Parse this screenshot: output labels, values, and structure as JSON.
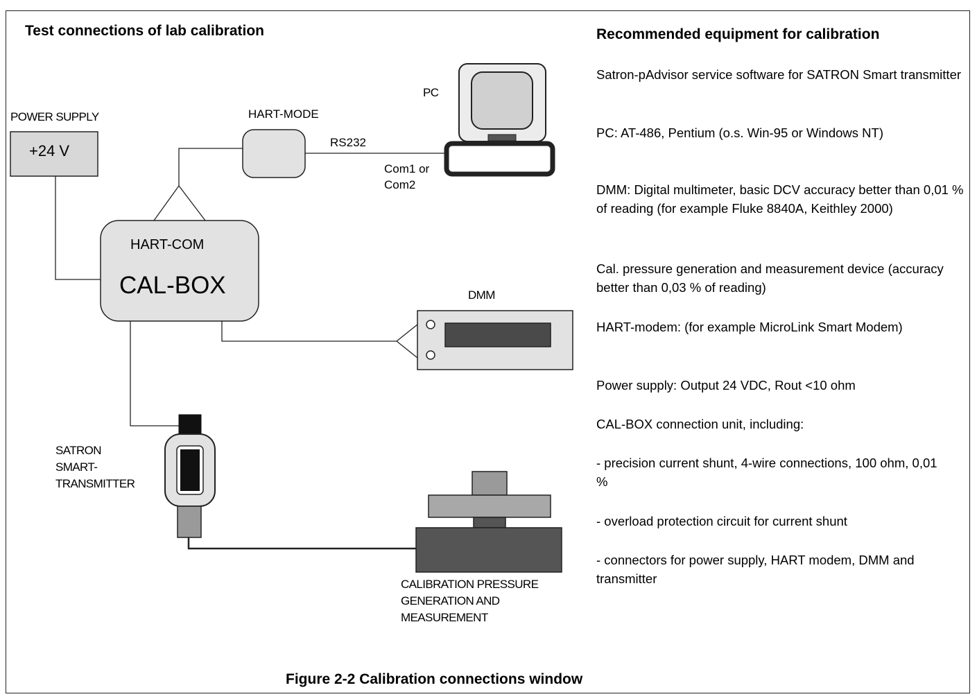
{
  "title_left": "Test connections of lab calibration",
  "title_right": "Recommended equipment for calibration",
  "labels": {
    "power_supply": "POWER SUPPLY",
    "voltage": "+24 V",
    "hart_mode": "HART-MODE",
    "rs232": "RS232",
    "com_line1": "Com1 or",
    "com_line2": "Com2",
    "pc": "PC",
    "hart_com": "HART-COM",
    "cal_box": "CAL-BOX",
    "dmm": "DMM",
    "satron_line1": "SATRON",
    "satron_line2": "SMART-",
    "satron_line3": "TRANSMITTER",
    "calib_line1": "CALIBRATION PRESSURE",
    "calib_line2": "GENERATION AND",
    "calib_line3": "MEASUREMENT"
  },
  "equipment": [
    "Satron-pAdvisor service software  for SATRON Smart  transmitter",
    "PC: AT-486, Pentium (o.s. Win-95 or Windows NT)",
    "DMM: Digital multimeter, basic  DCV accuracy better than 0,01 % of reading (for example Fluke 8840A, Keithley 2000)",
    "Cal. pressure generation and measurement device (accuracy better than 0,03 % of reading)",
    "HART-modem: (for example  MicroLink Smart Modem)",
    "Power supply:  Output 24 VDC, Rout <10 ohm",
    "CAL-BOX connection unit, including:",
    "- precision current shunt, 4-wire connections, 100 ohm, 0,01 %",
    "- overload protection circuit for current shunt",
    "- connectors for power supply, HART modem, DMM and transmitter"
  ],
  "caption": "Figure 2-2   Calibration connections window"
}
